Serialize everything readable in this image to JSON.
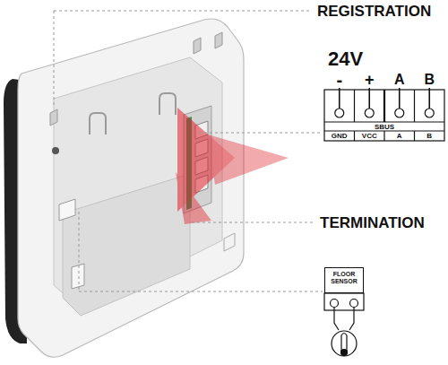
{
  "diagram": {
    "nodes": [
      {
        "text": [
          "FLOOR SENSOR"
        ]
      }
    ],
    "labels": [
      "REGISTRATION",
      "24V",
      "-",
      "+",
      "A",
      "B",
      "SBUS",
      "GND",
      "VCC",
      "A",
      "B",
      "TERMINATION"
    ]
  }
}
